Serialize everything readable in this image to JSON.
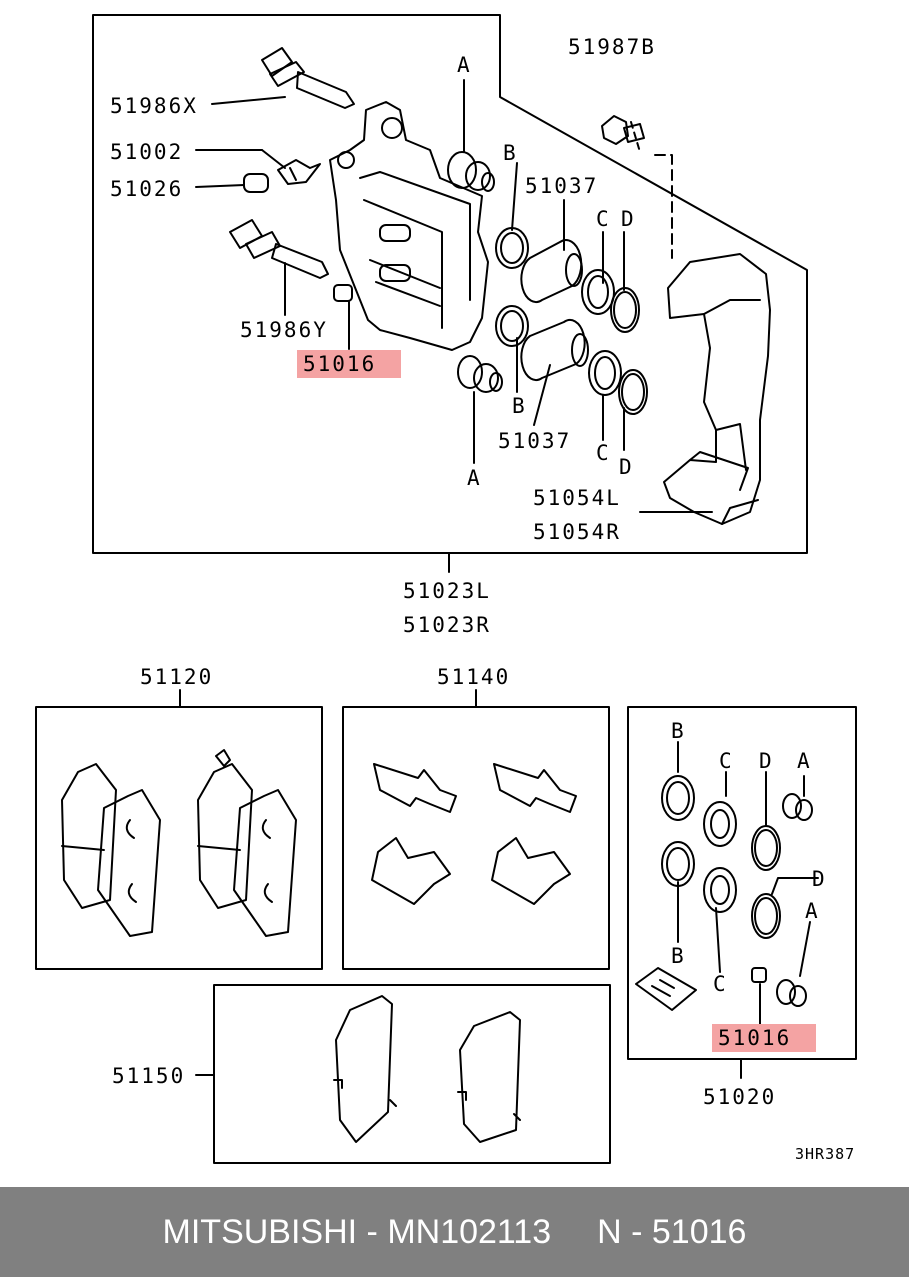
{
  "labels": {
    "p51986x": "51986X",
    "p51002": "51002",
    "p51026": "51026",
    "p51986y": "51986Y",
    "p51016_top": "51016",
    "p51987b": "51987B",
    "p51037_upper": "51037",
    "p51037_lower": "51037",
    "p51054l": "51054L",
    "p51054r": "51054R",
    "p51023l": "51023L",
    "p51023r": "51023R",
    "p51120": "51120",
    "p51140": "51140",
    "p51150": "51150",
    "p51020": "51020",
    "p51016_kit": "51016",
    "fig_code": "3HR387"
  },
  "letters": {
    "a": "A",
    "b": "B",
    "c": "C",
    "d": "D"
  },
  "highlight_color": "#f4a3a3",
  "footer": {
    "brand_part": "MITSUBISHI - MN102113",
    "ref": "N - 51016"
  }
}
